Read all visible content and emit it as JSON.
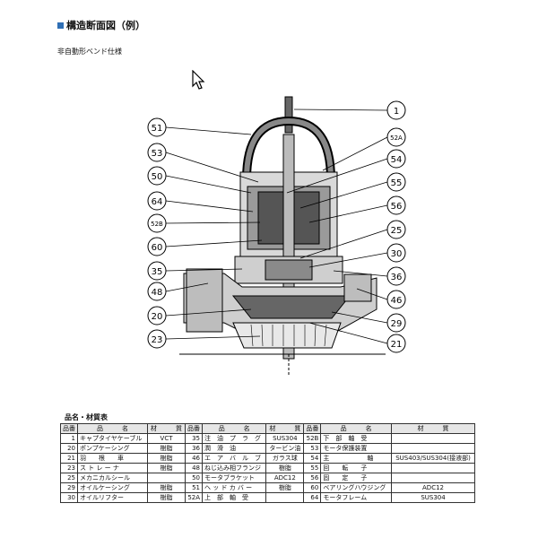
{
  "heading": "構造断面図（例）",
  "subtitle": "非自動形ベンド仕様",
  "callouts_left": [
    "51",
    "53",
    "50",
    "64",
    "52B",
    "60",
    "35",
    "48",
    "20",
    "23"
  ],
  "callouts_right": [
    "1",
    "52A",
    "54",
    "55",
    "56",
    "25",
    "30",
    "36",
    "46",
    "29",
    "21"
  ],
  "table_title": "品名・材質表",
  "table_headers": [
    "品番",
    "品　　　名",
    "材　　　質",
    "品番",
    "品　　　名",
    "材　　　質",
    "品番",
    "品　　　名",
    "材　　　質"
  ],
  "table_rows": [
    [
      "1",
      "キャプタイヤケーブル",
      "VCT",
      "35",
      "注　油　プ　ラ　グ",
      "SUS304",
      "52B",
      "下　部　軸　受",
      ""
    ],
    [
      "20",
      "ポンプケーシング",
      "樹脂",
      "36",
      "潤　滑　油",
      "タービン油",
      "53",
      "モータ保護装置",
      ""
    ],
    [
      "21",
      "羽　　根　　車",
      "樹脂",
      "46",
      "エ　ア　バ　ル　ブ",
      "ガラス球",
      "54",
      "主　　　　　　軸",
      "SUS403/SUS304(接液部)"
    ],
    [
      "23",
      "ス ト レ ー ナ",
      "樹脂",
      "48",
      "ねじ込み相フランジ",
      "樹脂",
      "55",
      "回　　転　　子",
      ""
    ],
    [
      "25",
      "メカニカルシール",
      "",
      "50",
      "モータブラケット",
      "ADC12",
      "56",
      "固　　定　　子",
      ""
    ],
    [
      "29",
      "オイルケーシング",
      "樹脂",
      "51",
      "ヘ ッ ド カ バ ー",
      "樹脂",
      "60",
      "ベアリングハウジング",
      "ADC12"
    ],
    [
      "30",
      "オイルリフター",
      "樹脂",
      "52A",
      "上　部　軸　受",
      "",
      "64",
      "モータフレーム",
      "SUS304"
    ]
  ]
}
